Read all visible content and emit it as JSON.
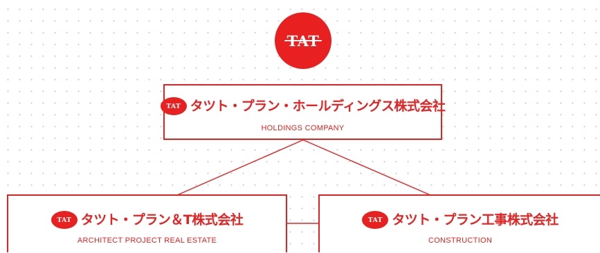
{
  "top_logo": {
    "text": "TAT"
  },
  "holdings": {
    "logo_text": "TAT",
    "name": "タツト・プラン・ホールディングス株式会社",
    "subtitle": "HOLDINGS COMPANY"
  },
  "architect": {
    "logo_text": "TAT",
    "name": "タツト・プラン＆T株式会社",
    "subtitle": "ARCHITECT PROJECT REAL ESTATE"
  },
  "construction": {
    "logo_text": "TAT",
    "name": "タツト・プラン工事株式会社",
    "subtitle": "CONSTRUCTION"
  },
  "colors": {
    "brand_red": "#e8201f",
    "background": "#ffffff",
    "grid_dots": "#c9c9c9"
  }
}
